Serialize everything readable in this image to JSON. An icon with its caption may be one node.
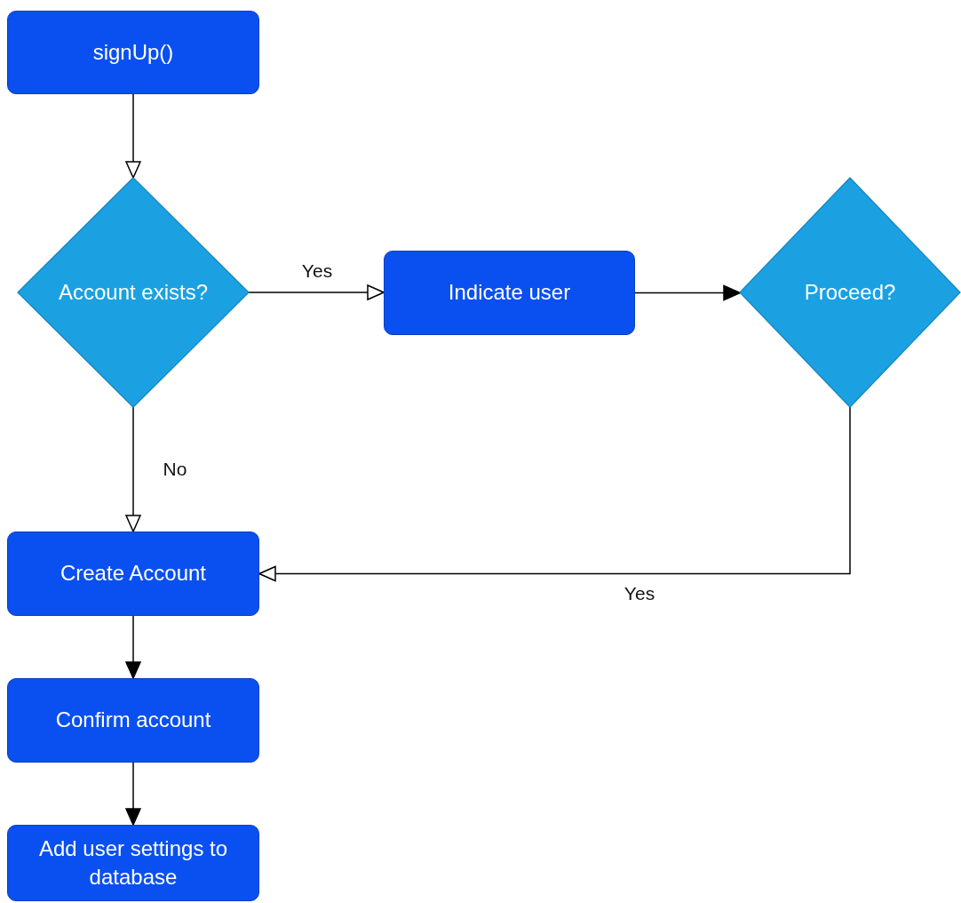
{
  "diagram": {
    "nodes": [
      {
        "text": [
          "signUp()"
        ]
      },
      {
        "text": [
          "Account exists?"
        ]
      },
      {
        "text": [
          "Indicate user"
        ]
      },
      {
        "text": [
          "Proceed?"
        ]
      },
      {
        "text": [
          "Create Account"
        ]
      },
      {
        "text": [
          "Confirm account"
        ]
      },
      {
        "text": [
          "Add user settings to database"
        ]
      }
    ],
    "edges": [
      {
        "from": 0,
        "to": 1,
        "arrow": "to"
      },
      {
        "from": 1,
        "to": 2,
        "arrow": "to",
        "label": "Yes"
      },
      {
        "from": 2,
        "to": 3,
        "arrow": "to"
      },
      {
        "from": 1,
        "to": 4,
        "arrow": "to",
        "label": "No"
      },
      {
        "from": 3,
        "to": 4,
        "arrow": "to",
        "label": "Yes"
      },
      {
        "from": 4,
        "to": 5,
        "arrow": "to"
      },
      {
        "from": 5,
        "to": 6,
        "arrow": "to"
      }
    ]
  }
}
